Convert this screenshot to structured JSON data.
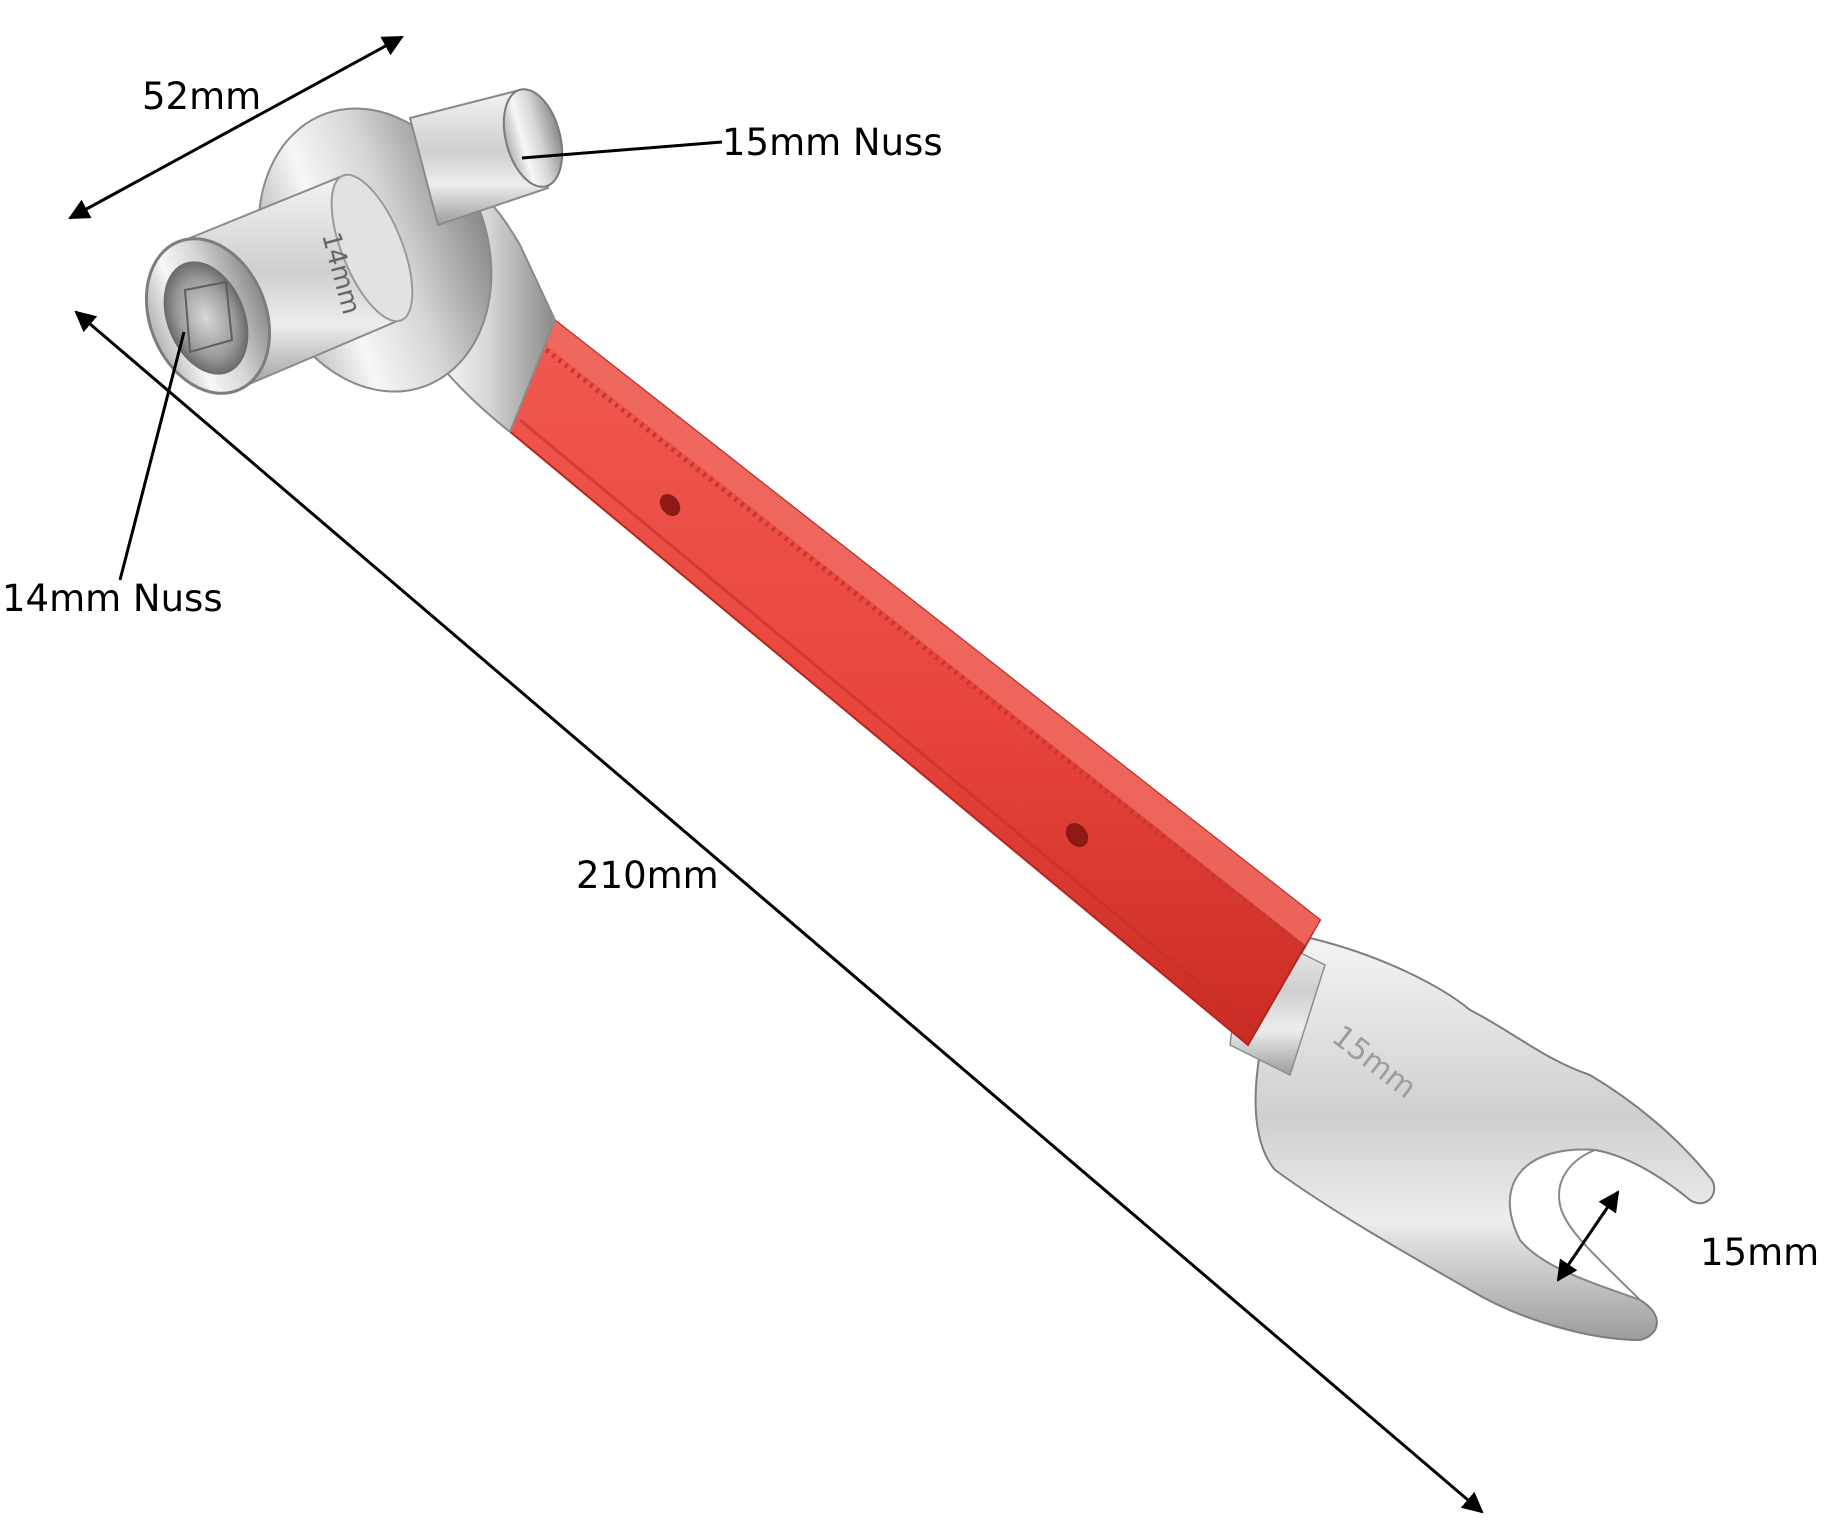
{
  "labels": {
    "width_52": "52mm",
    "socket_15": "15mm Nuss",
    "socket_14": "14mm Nuss",
    "length_210": "210mm",
    "jaw_15": "15mm"
  },
  "colors": {
    "handle": "#e8453c",
    "handle_dark": "#b9231d",
    "chrome_light": "#f4f4f4",
    "chrome_dark": "#8d8d8d",
    "annotation": "#000000"
  }
}
